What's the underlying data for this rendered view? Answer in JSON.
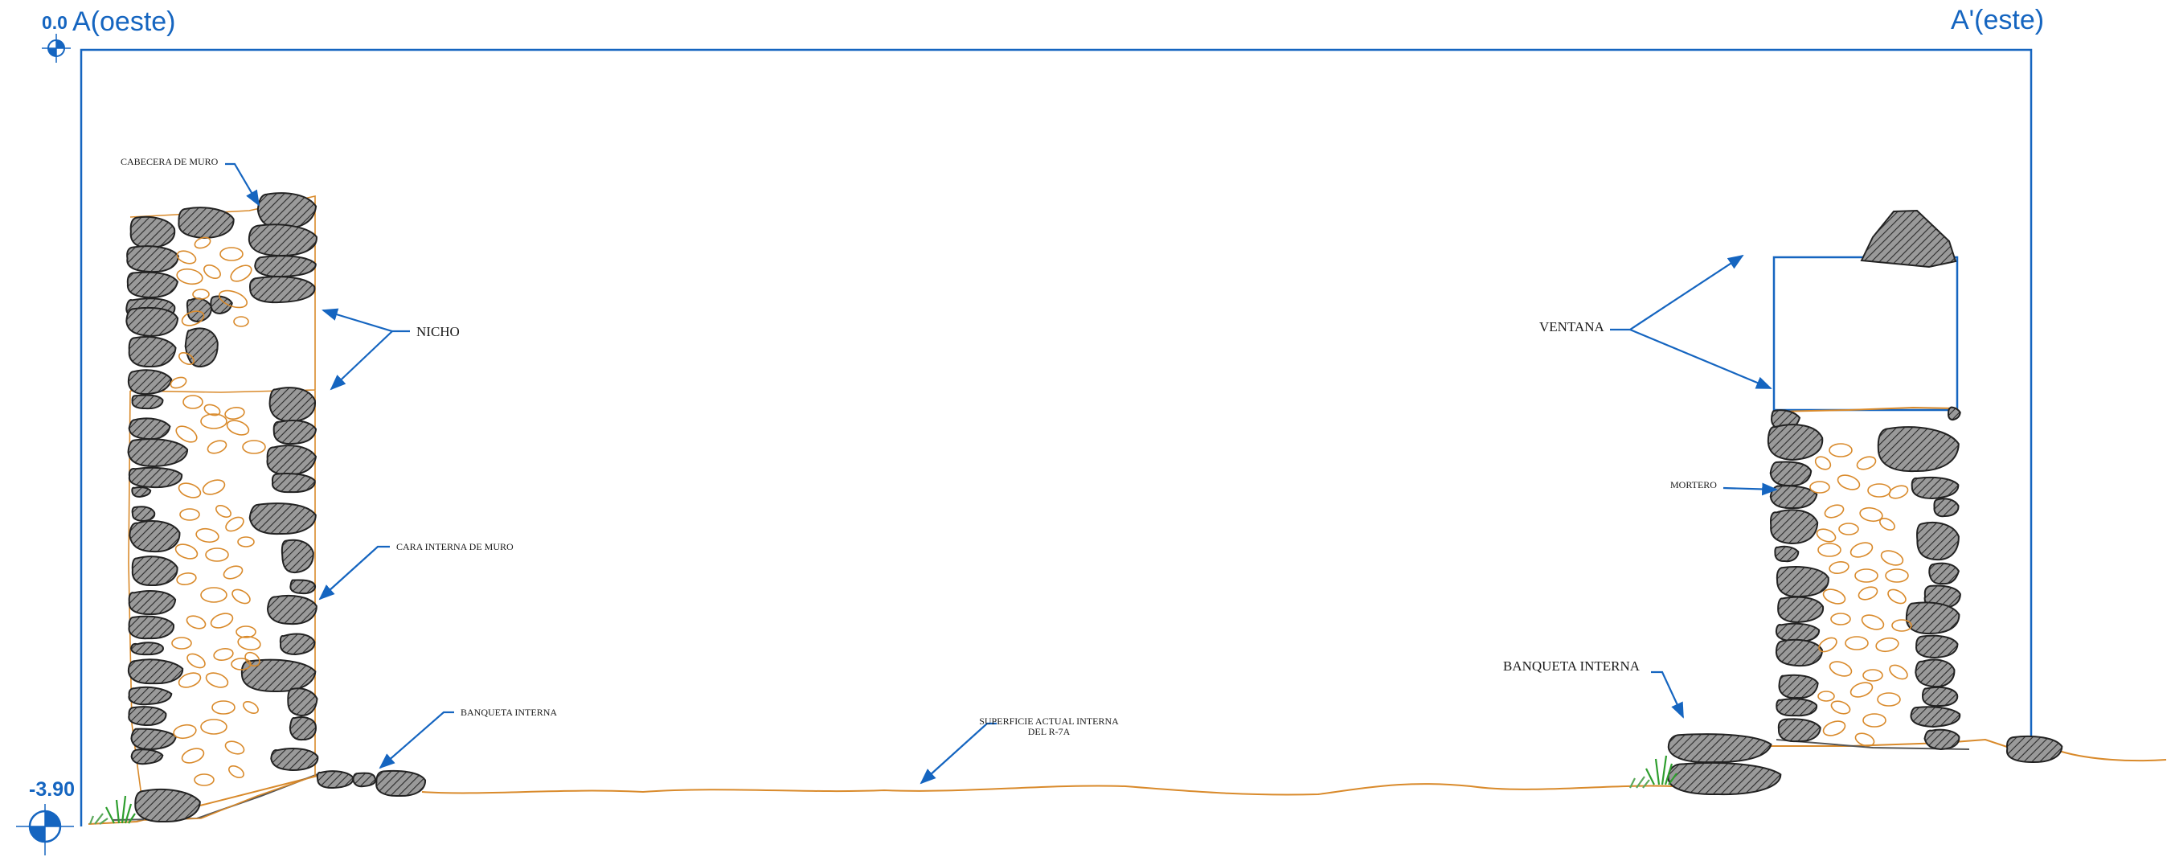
{
  "section": {
    "west_label": "A(oeste)",
    "east_label": "A'(este)",
    "level_top": "0.0",
    "level_bottom": "-3.90"
  },
  "labels": {
    "cabecera": "CABECERA DE MURO",
    "nicho": "NICHO",
    "cara_interna": "CARA INTERNA DE MURO",
    "banqueta_left": "BANQUETA INTERNA",
    "superficie_line1": "SUPERFICIE ACTUAL INTERNA",
    "superficie_line2": "DEL R-7A",
    "ventana": "VENTANA",
    "mortero": "MORTERO",
    "banqueta_right": "BANQUETA INTERNA"
  },
  "colors": {
    "annotation_blue": "#1565c0",
    "mortar_orange": "#d98a2b",
    "stone_fill": "#8a8a8a",
    "stone_stroke": "#222222",
    "grass": "#2e9e2e"
  }
}
